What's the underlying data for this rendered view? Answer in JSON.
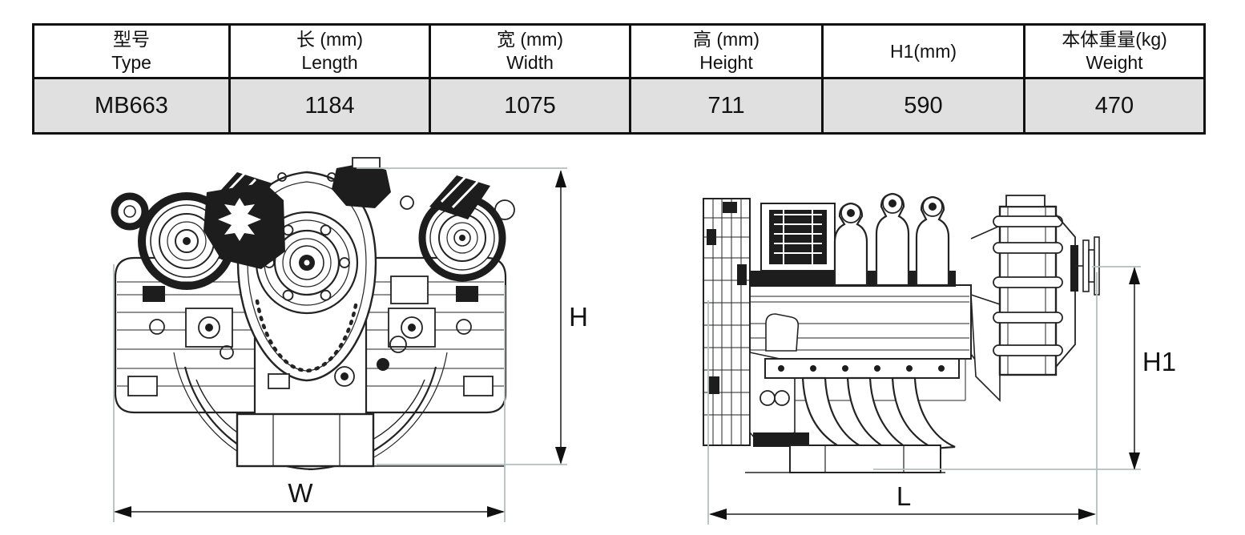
{
  "table": {
    "columns": [
      {
        "zh": "型号",
        "en": "Type"
      },
      {
        "zh": "长 (mm)",
        "en": "Length"
      },
      {
        "zh": "宽 (mm)",
        "en": "Width"
      },
      {
        "zh": "高 (mm)",
        "en": "Height"
      },
      {
        "zh": "H1(mm)",
        "en": ""
      },
      {
        "zh": "本体重量(kg)",
        "en": "Weight"
      }
    ],
    "row": {
      "type": "MB663",
      "length": "1184",
      "width": "1075",
      "height": "711",
      "h1": "590",
      "weight": "470"
    }
  },
  "dimensions": {
    "front_view": {
      "height_label": "H",
      "width_label": "W"
    },
    "side_view": {
      "h1_label": "H1",
      "length_label": "L"
    }
  },
  "colors": {
    "table_border": "#111111",
    "data_row_bg": "#e0e0e0",
    "dimension_line": "#3e3e3e",
    "extension_line": "#b2bfbf",
    "drawing_ink": "#232323"
  }
}
